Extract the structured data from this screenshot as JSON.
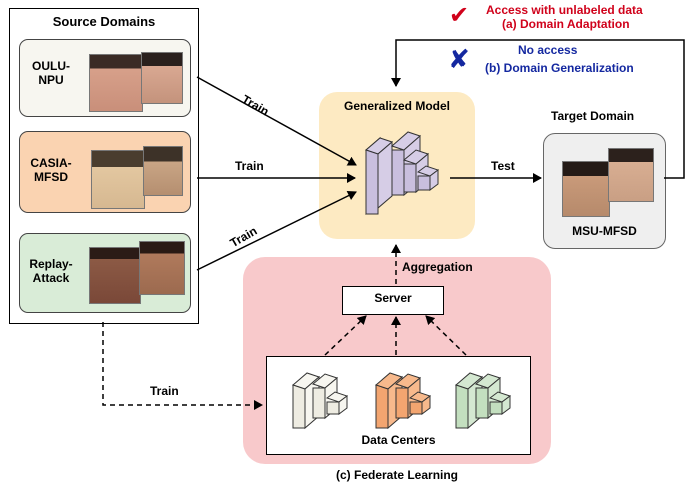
{
  "source_panel": {
    "title": "Source Domains",
    "domains": [
      {
        "name": "OULU-\nNPU",
        "fill": "#f7f6f0"
      },
      {
        "name": "CASIA-\nMFSD",
        "fill": "#fad3b1"
      },
      {
        "name": "Replay-\nAttack",
        "fill": "#d9ecd7"
      }
    ]
  },
  "edges": {
    "train_1": "Train",
    "train_2": "Train",
    "train_3": "Train",
    "train_4": "Train",
    "test": "Test",
    "aggregation": "Aggregation"
  },
  "generalized_model": {
    "title": "Generalized Model",
    "fill": "#fdeac2"
  },
  "target": {
    "title": "Target Domain",
    "label": "MSU-MFSD"
  },
  "legend": {
    "check_symbol": "✔",
    "line_a1": "Access with unlabeled data",
    "line_a2": "(a)  Domain Adaptation",
    "cross_symbol": "✘",
    "line_b1": "No access",
    "line_b2": "(b)  Domain Generalization",
    "color_a": "#d0021b",
    "color_b": "#1428a0"
  },
  "federated": {
    "server": "Server",
    "data_centers": "Data Centers",
    "caption": "(c)  Federate Learning",
    "fill": "#f8c9cb"
  }
}
